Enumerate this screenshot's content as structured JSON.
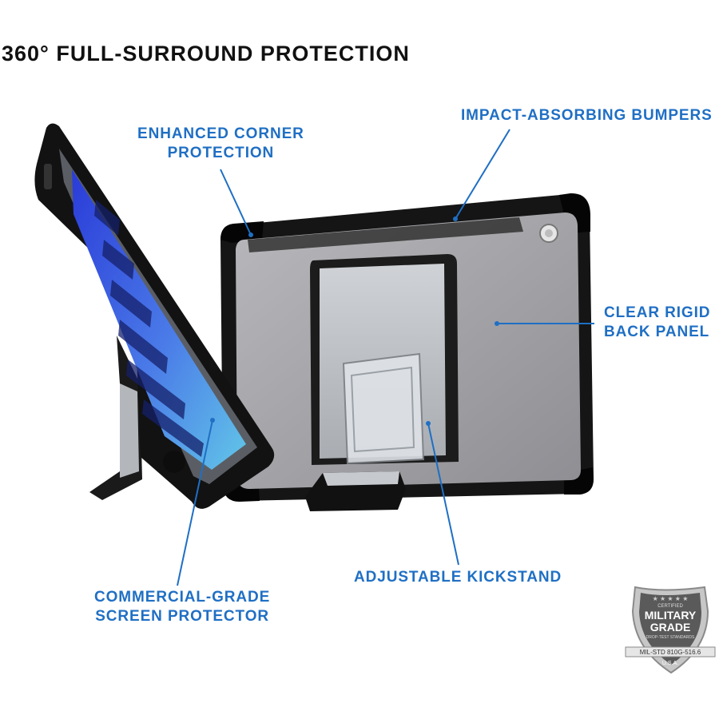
{
  "title": "360° FULL-SURROUND PROTECTION",
  "accent_color": "#1f6fc4",
  "callouts": {
    "enhanced_corner": [
      "ENHANCED CORNER",
      "PROTECTION"
    ],
    "impact_bumpers": [
      "IMPACT-ABSORBING BUMPERS"
    ],
    "clear_back": [
      "CLEAR RIGID",
      "BACK PANEL"
    ],
    "kickstand": [
      "ADJUSTABLE KICKSTAND"
    ],
    "screen_protector": [
      "COMMERCIAL-GRADE",
      "SCREEN PROTECTOR"
    ]
  },
  "badge": {
    "line1": "CERTIFIED",
    "line2": "MILITARY",
    "line3": "GRADE",
    "line4": "DROP-TEST STANDARDS",
    "line5": "MIL-STD 810G-516.6",
    "line6": "U.S.A."
  },
  "icons": [
    "tablet-front-image",
    "tablet-back-image",
    "military-grade-badge"
  ]
}
